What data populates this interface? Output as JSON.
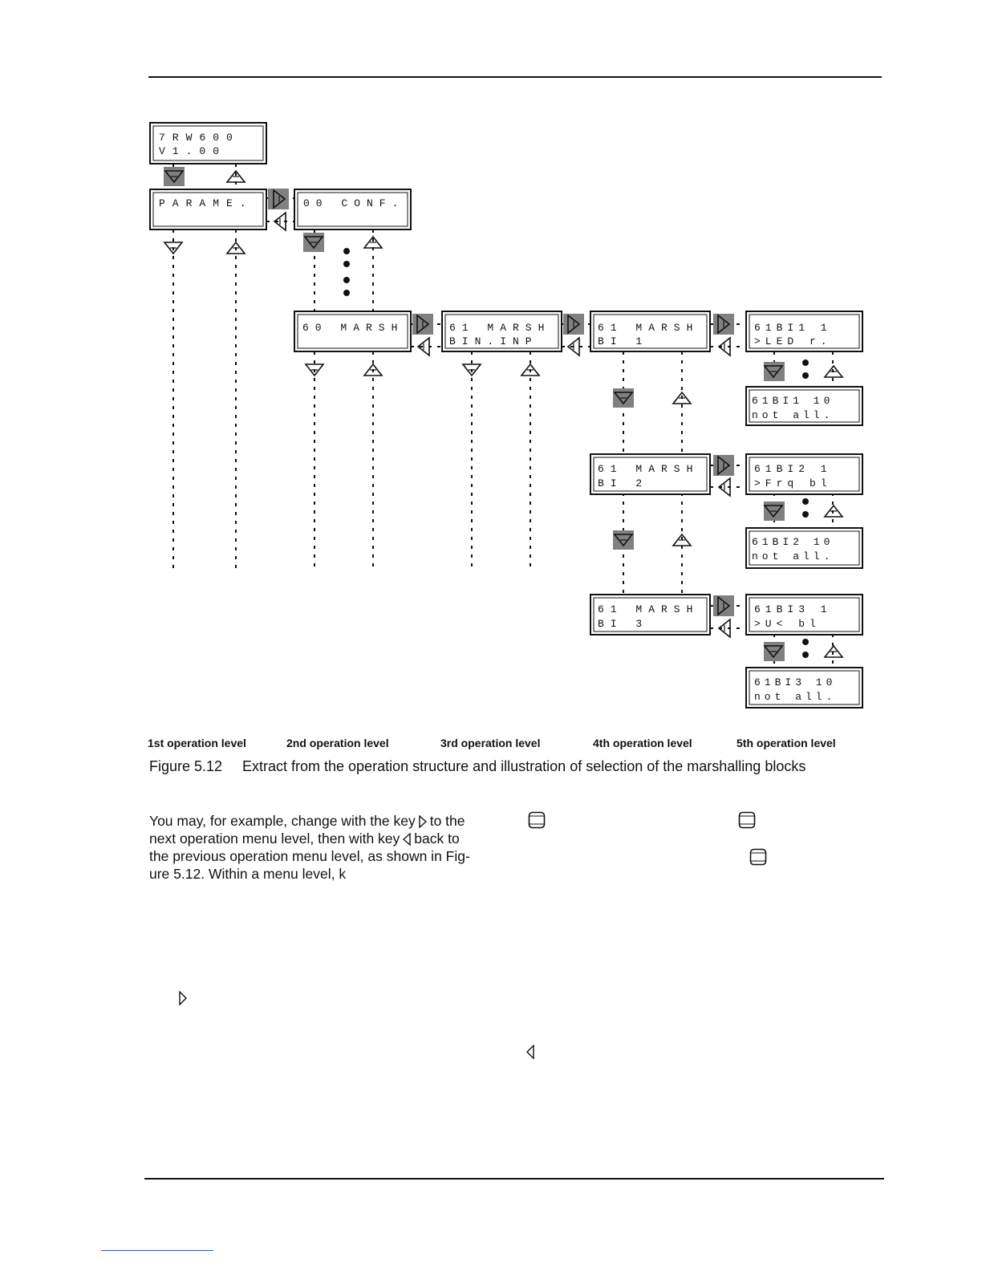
{
  "displays": {
    "d_start": {
      "line1": "7RW600",
      "line2": "V1.00"
    },
    "d_param": {
      "line1": "PARAME.",
      "line2": ""
    },
    "d_conf": {
      "line1": "00 CONF.",
      "line2": ""
    },
    "d_60": {
      "line1": "60 MARSH",
      "line2": ""
    },
    "d_61": {
      "line1": "61 MARSH",
      "line2": "BIN.INP"
    },
    "d_bi1": {
      "line1": "61 MARSH",
      "line2": "BI 1"
    },
    "d_bi2": {
      "line1": "61 MARSH",
      "line2": "BI 2"
    },
    "d_bi3": {
      "line1": "61 MARSH",
      "line2": "BI 3"
    },
    "d_bi1_1": {
      "line1": "61BI1 1",
      "line2": ">LED r."
    },
    "d_bi1_10": {
      "line1": "61BI1 10",
      "line2": "not all."
    },
    "d_bi2_1": {
      "line1": "61BI2 1",
      "line2": ">Frq bl"
    },
    "d_bi2_10": {
      "line1": "61BI2 10",
      "line2": "not all."
    },
    "d_bi3_1": {
      "line1": "61BI3 1",
      "line2": ">U< bl"
    },
    "d_bi3_10": {
      "line1": "61BI3 10",
      "line2": "not all."
    }
  },
  "levels": [
    "1st operation level",
    "2nd operation level",
    "3rd operation level",
    "4th operation level",
    "5th operation level"
  ],
  "caption": {
    "number": "Figure 5.12",
    "text": "Extract from the operation structure and illustration of selection of the marshalling blocks"
  },
  "body": {
    "line1a": "You may, for example, change with the key",
    "line1b": "to the",
    "line2a": "next operation menu level, then with key",
    "line2b": "back to",
    "line3": "the previous operation menu level, as shown in Fig-",
    "line4": "ure 5.12. Within a menu level, k"
  },
  "icons": {
    "key_right": "right-triangle-key-icon",
    "key_left": "left-triangle-key-icon",
    "key_down": "down-triangle-key-icon",
    "key_up": "up-triangle-key-icon",
    "key_button": "rounded-key-button-icon"
  },
  "colors": {
    "highlight": "#808080",
    "ink": "#111111"
  }
}
